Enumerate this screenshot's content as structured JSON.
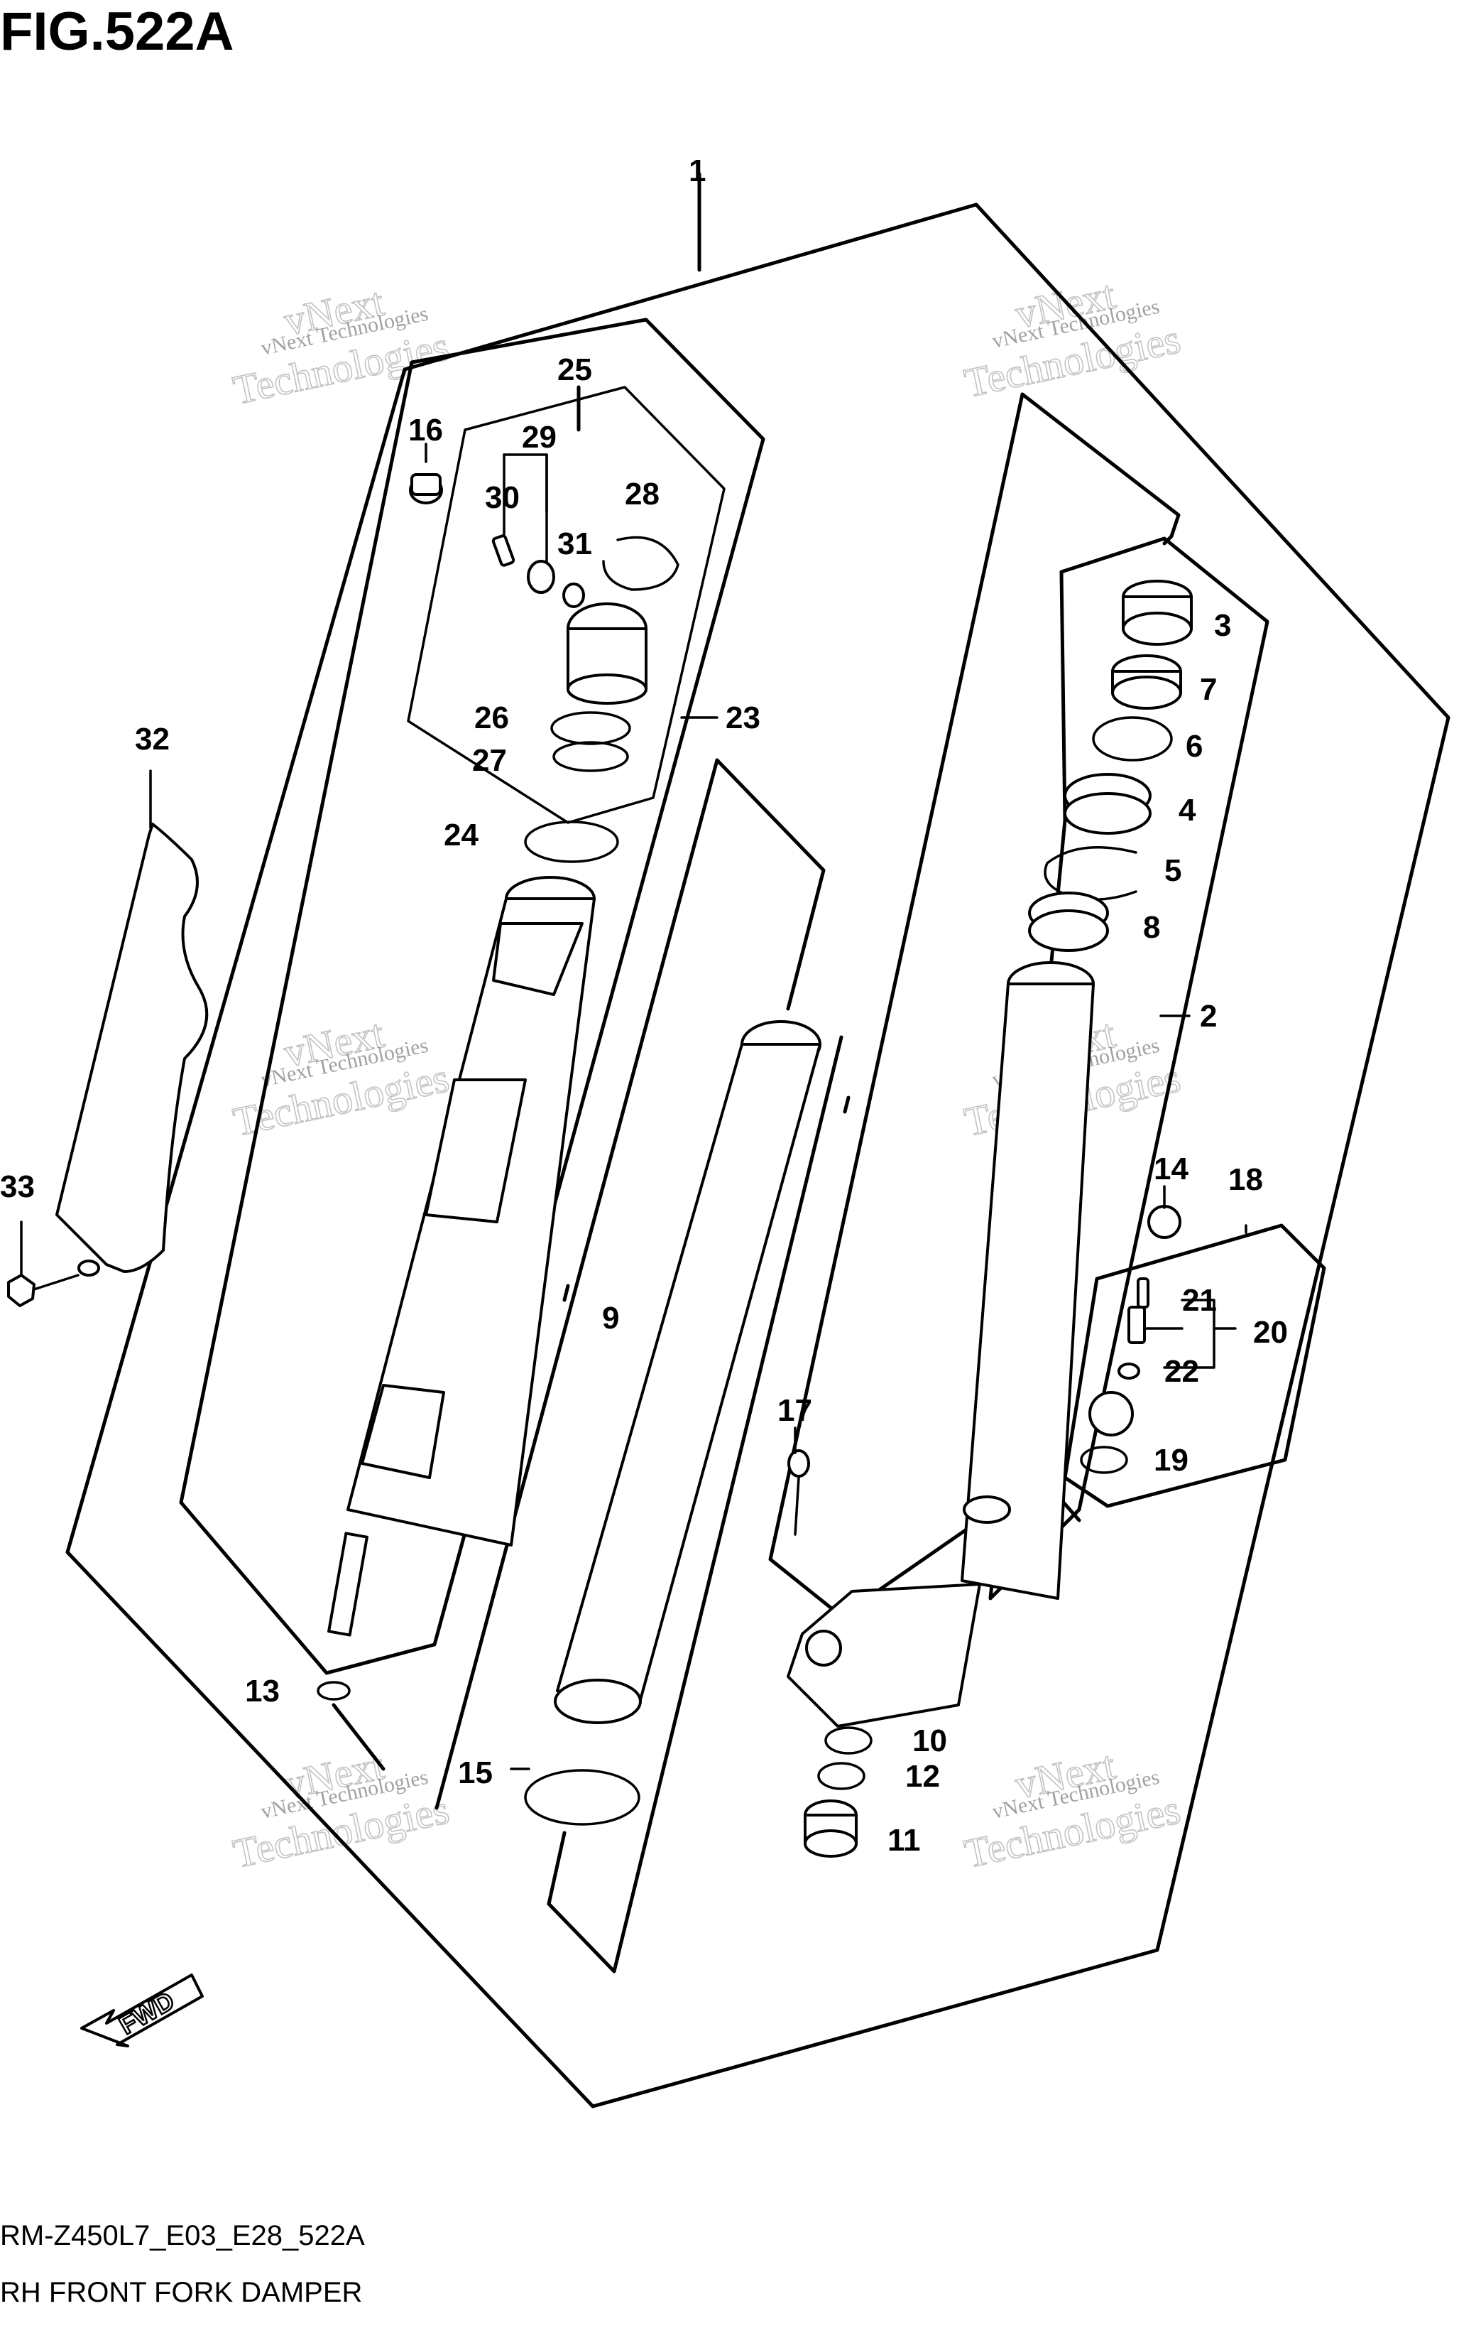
{
  "title": "FIG.522A",
  "footer": {
    "code": "RM-Z450L7_E03_E28_522A",
    "caption": "RH FRONT FORK DAMPER"
  },
  "watermark": {
    "line1": "vNext Technologies",
    "line2": "vNext",
    "line3": "Technologies"
  },
  "fwd_label": "FWD",
  "parts": [
    "1",
    "2",
    "3",
    "4",
    "5",
    "6",
    "7",
    "8",
    "9",
    "10",
    "11",
    "12",
    "13",
    "14",
    "15",
    "16",
    "17",
    "18",
    "19",
    "20",
    "21",
    "22",
    "23",
    "24",
    "25",
    "26",
    "27",
    "28",
    "29",
    "30",
    "31",
    "32",
    "33"
  ]
}
